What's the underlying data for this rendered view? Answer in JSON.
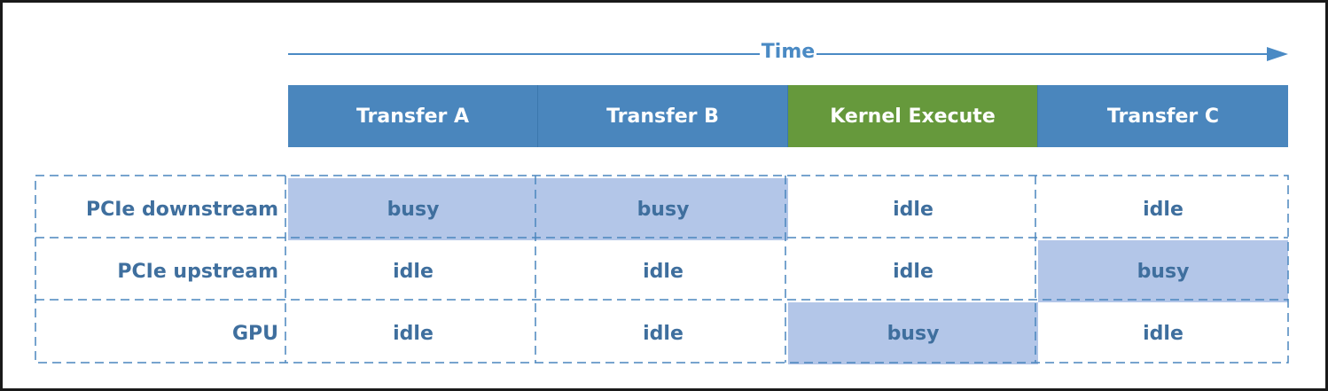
{
  "colors": {
    "transfer": "#4a86bd",
    "kernel": "#66993c",
    "busy_fill": "#b3c6e8",
    "text": "#3f6f9e",
    "axis": "#4a8ac4",
    "dash": "#4a86bd"
  },
  "axis": {
    "label": "Time"
  },
  "phases": [
    {
      "label": "Transfer A",
      "kind": "transfer"
    },
    {
      "label": "Transfer B",
      "kind": "transfer"
    },
    {
      "label": "Kernel Execute",
      "kind": "kernel"
    },
    {
      "label": "Transfer C",
      "kind": "transfer"
    }
  ],
  "rows": [
    {
      "label": "PCIe downstream",
      "cells": [
        "busy",
        "busy",
        "idle",
        "idle"
      ]
    },
    {
      "label": "PCIe upstream",
      "cells": [
        "idle",
        "idle",
        "idle",
        "busy"
      ]
    },
    {
      "label": "GPU",
      "cells": [
        "idle",
        "idle",
        "busy",
        "idle"
      ]
    }
  ]
}
